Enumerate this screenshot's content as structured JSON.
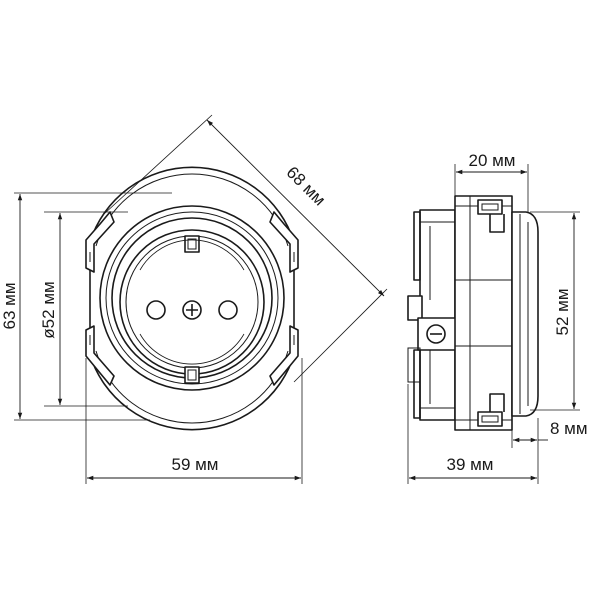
{
  "dimensions": {
    "diagonal": "68 мм",
    "height": "63 мм",
    "inner_diameter": "ø52 мм",
    "width": "59 мм",
    "depth_top": "20 мм",
    "side_height": "52 мм",
    "frame_depth": "8 мм",
    "total_depth": "39 мм"
  },
  "colors": {
    "line": "#1a1a1a",
    "background": "#ffffff"
  }
}
